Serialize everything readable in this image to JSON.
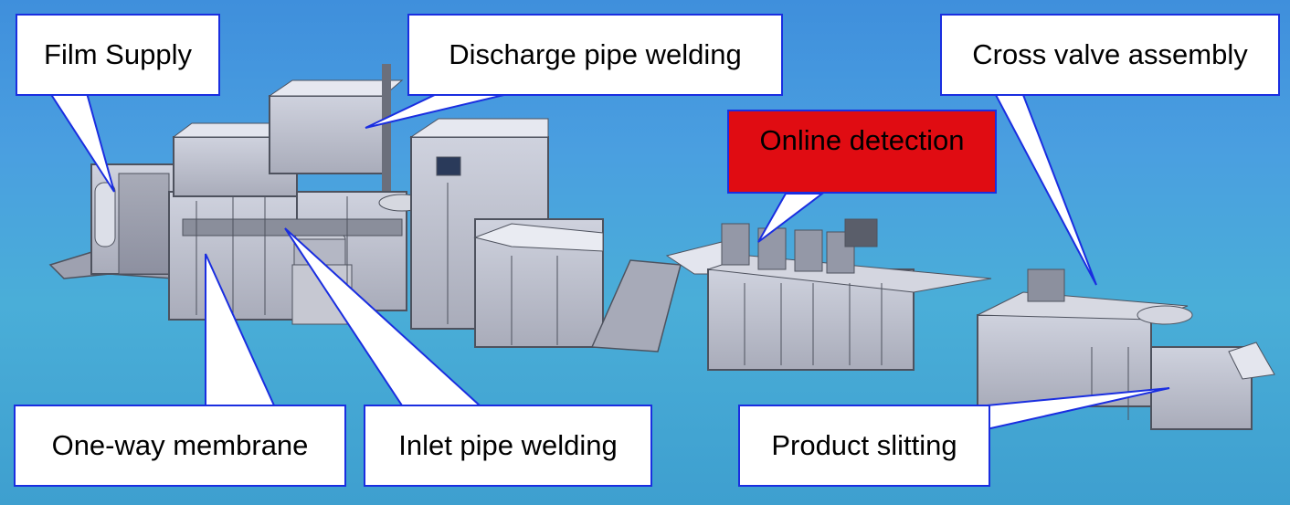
{
  "colors": {
    "background": "#4a9fe0",
    "callout_border": "#1a2ee0",
    "callout_fill": "#ffffff",
    "highlight_fill": "#e00c12",
    "machine_body": "#b9bccb",
    "machine_frame": "#5b5f6b"
  },
  "labels": {
    "film_supply": "Film Supply",
    "discharge_pipe_welding": "Discharge pipe welding",
    "cross_valve_assembly": "Cross valve assembly",
    "online_detection": "Online detection",
    "one_way_membrane": "One-way membrane",
    "inlet_pipe_welding": "Inlet pipe welding",
    "product_slitting": "Product slitting"
  }
}
